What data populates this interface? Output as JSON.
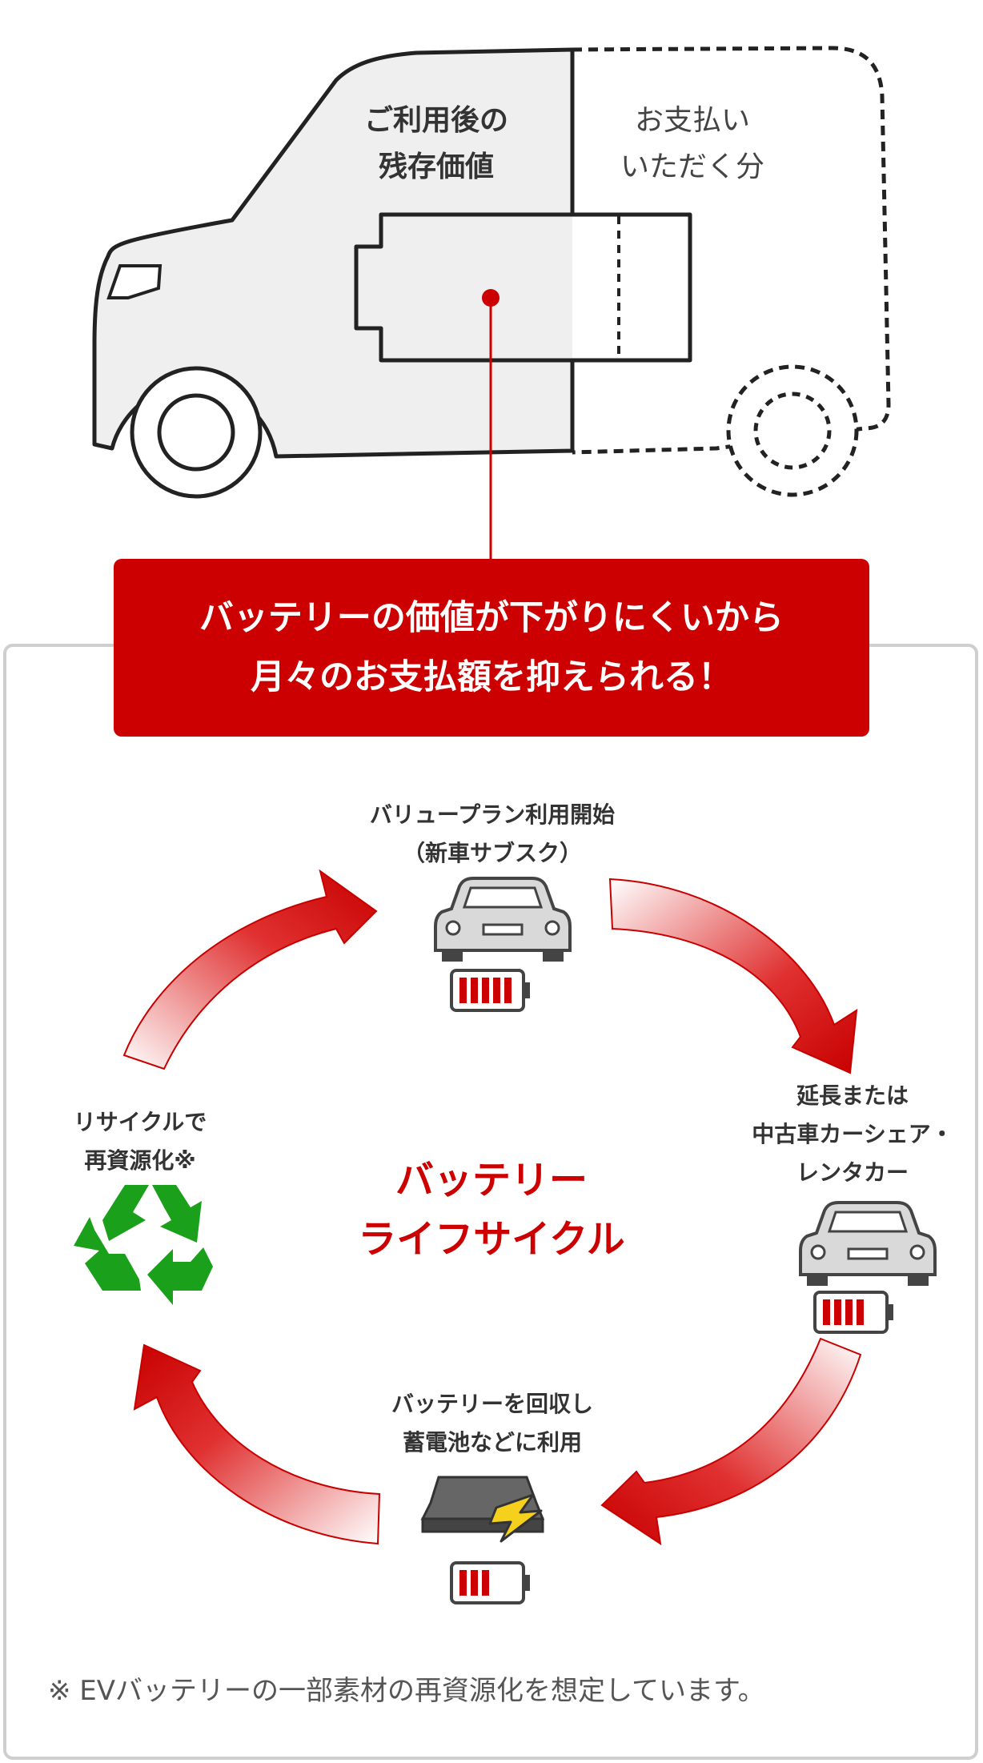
{
  "van": {
    "residual_label_line1": "ご利用後の",
    "residual_label_line2": "残存価値",
    "payment_label_line1": "お支払い",
    "payment_label_line2": "いただく分"
  },
  "banner": {
    "line1": "バッテリーの価値が下がりにくいから",
    "line2": "月々のお支払額を抑えられる！"
  },
  "cycle": {
    "center_line1": "バッテリー",
    "center_line2": "ライフサイクル",
    "steps": [
      {
        "line1": "バリュープラン利用開始",
        "line2": "（新車サブスク）",
        "battery_bars": 5
      },
      {
        "line1": "延長または",
        "line2": "中古車カーシェア・",
        "line3": "レンタカー",
        "battery_bars": 4
      },
      {
        "line1": "バッテリーを回収し",
        "line2": "蓄電池などに利用",
        "battery_bars": 3
      },
      {
        "line1": "リサイクルで",
        "line2": "再資源化※"
      }
    ]
  },
  "footnote": "※ EVバッテリーの一部素材の再資源化を想定しています。",
  "colors": {
    "accent": "#cc0000",
    "recycle": "#1aa01a",
    "panel_border": "#cfcfcf"
  }
}
